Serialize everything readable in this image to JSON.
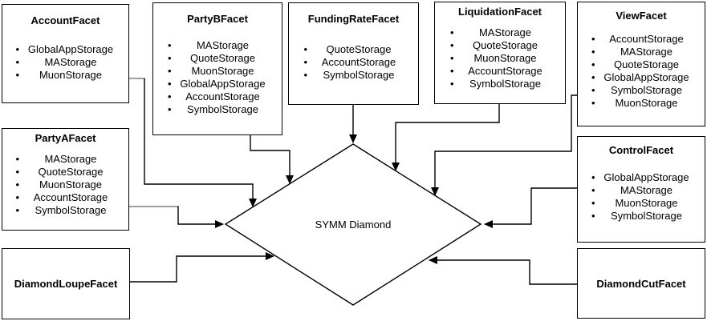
{
  "diamond": {
    "label": "SYMM Diamond"
  },
  "facets": [
    {
      "title": "AccountFacet",
      "items": [
        "GlobalAppStorage",
        "MAStorage",
        "MuonStorage"
      ]
    },
    {
      "title": "PartyBFacet",
      "items": [
        "MAStorage",
        "QuoteStorage",
        "MuonStorage",
        "GlobalAppStorage",
        "AccountStorage",
        "SymbolStorage"
      ]
    },
    {
      "title": "FundingRateFacet",
      "items": [
        "QuoteStorage",
        "AccountStorage",
        "SymbolStorage"
      ]
    },
    {
      "title": "LiquidationFacet",
      "items": [
        "MAStorage",
        "QuoteStorage",
        "MuonStorage",
        "AccountStorage",
        "SymbolStorage"
      ]
    },
    {
      "title": "ViewFacet",
      "items": [
        "AccountStorage",
        "MAStorage",
        "QuoteStorage",
        "GlobalAppStorage",
        "SymbolStorage",
        "MuonStorage"
      ]
    },
    {
      "title": "PartyAFacet",
      "items": [
        "MAStorage",
        "QuoteStorage",
        "MuonStorage",
        "AccountStorage",
        "SymbolStorage"
      ]
    },
    {
      "title": "DiamondLoupeFacet",
      "items": []
    },
    {
      "title": "ControlFacet",
      "items": [
        "GlobalAppStorage",
        "MAStorage",
        "MuonStorage",
        "SymbolStorage"
      ]
    },
    {
      "title": "DiamondCutFacet",
      "items": []
    }
  ],
  "icons": {
    "bullet": "•"
  },
  "colors": {
    "stroke": "#000000",
    "stub_gray": "#9e9e9e",
    "background": "#ffffff",
    "text": "#000000"
  }
}
